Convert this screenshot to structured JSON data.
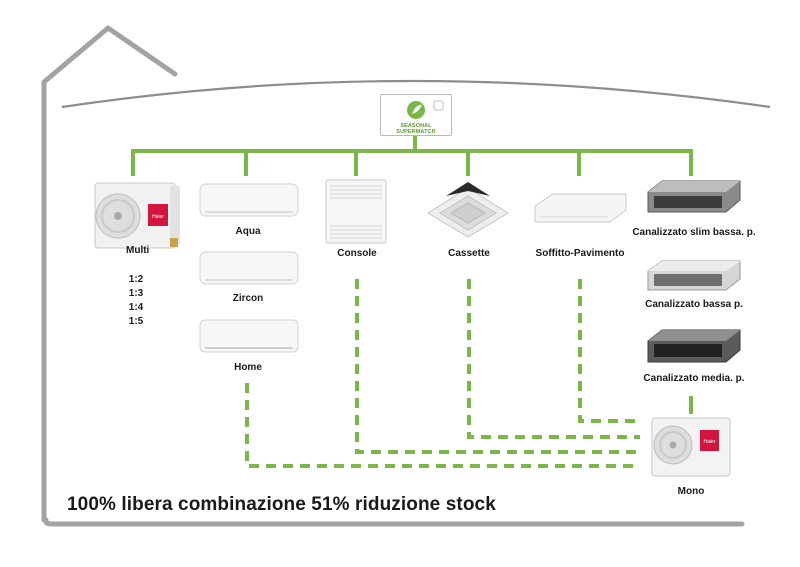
{
  "logo": {
    "text": "SEASONAL SUPERMATCH"
  },
  "multi": {
    "name": "Multi",
    "ratios": [
      "1:2",
      "1:3",
      "1:4",
      "1:5"
    ]
  },
  "units": {
    "aqua": "Aqua",
    "zircon": "Zircon",
    "home": "Home",
    "console": "Console",
    "cassette": "Cassette",
    "soffitto": "Soffitto-Pavimento",
    "canalizzato_slim": "Canalizzato slim bassa. p.",
    "canalizzato_bassa": "Canalizzato bassa p.",
    "canalizzato_media": "Canalizzato media. p.",
    "mono": "Mono"
  },
  "brand": {
    "mark": "Haier"
  },
  "tagline": "100% libera combinazione  51% riduzione stock",
  "colors": {
    "green": "#7ab648",
    "house": "#9e9e9e",
    "brand_red": "#d3143c"
  }
}
